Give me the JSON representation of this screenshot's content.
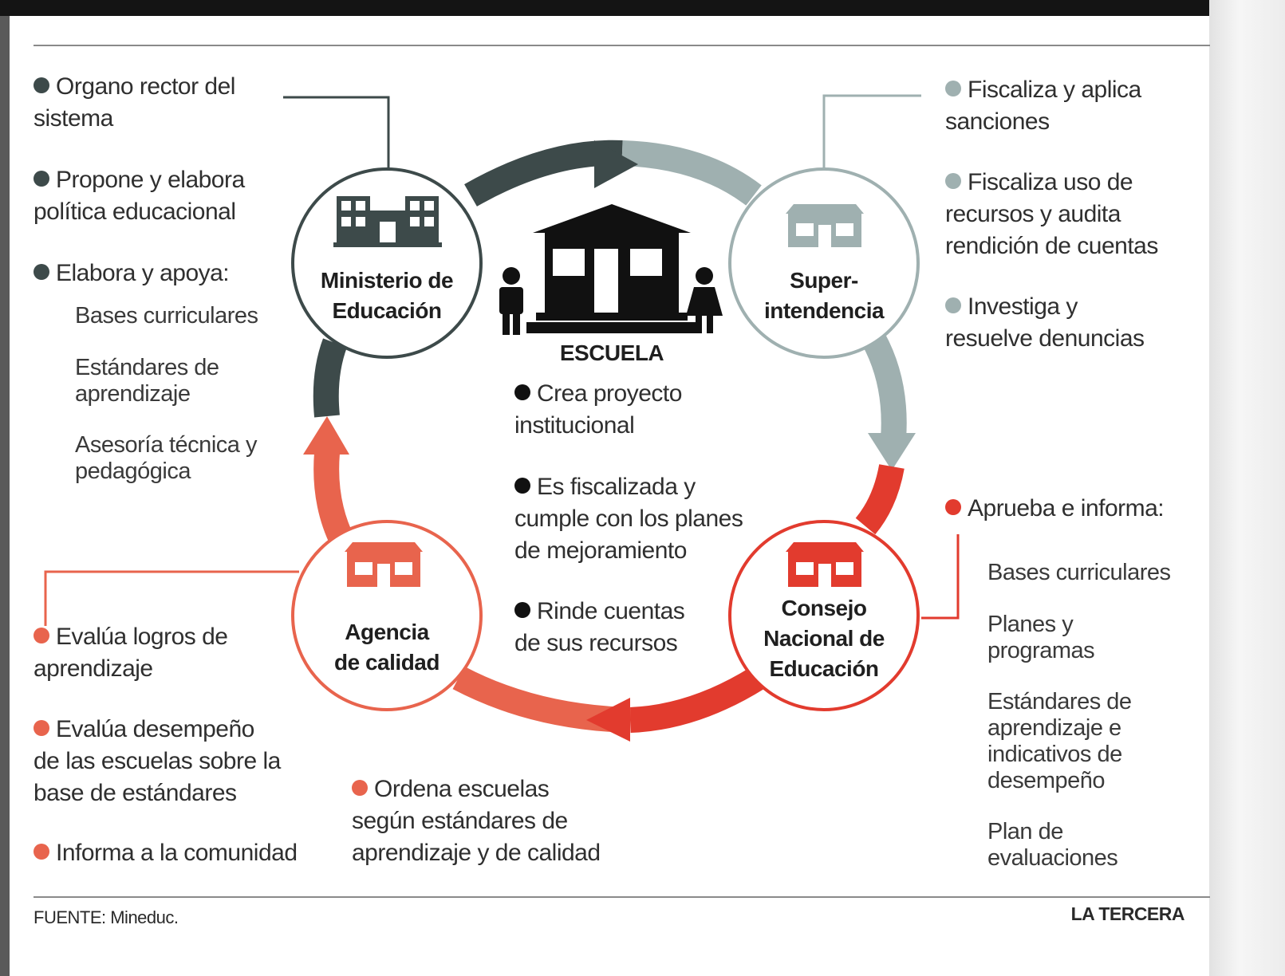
{
  "colors": {
    "ministerio": "#3d4a4a",
    "superintendencia": "#9fb0b0",
    "consejo": "#e23b2e",
    "agencia": "#e8644d",
    "escuela": "#111111"
  },
  "icons": {
    "ministerio": "office-building-icon",
    "superintendencia": "building-icon",
    "consejo": "building-icon",
    "agencia": "building-icon",
    "escuela": "school-house-icon",
    "people": "person-icon"
  },
  "nodes": {
    "ministerio": {
      "line1": "Ministerio de",
      "line2": "Educación"
    },
    "superintendencia": {
      "line1": "Super-",
      "line2": "intendencia"
    },
    "agencia": {
      "line1": "Agencia",
      "line2": "de calidad"
    },
    "consejo": {
      "line1": "Consejo",
      "line2": "Nacional de",
      "line3": "Educación"
    }
  },
  "escuela": {
    "title": "ESCUELA",
    "items": [
      {
        "line1": "Crea proyecto",
        "line2": "institucional"
      },
      {
        "line1": "Es fiscalizada y",
        "line2": "cumple con los planes",
        "line3": "de mejoramiento"
      },
      {
        "line1": "Rinde cuentas",
        "line2": "de sus recursos"
      }
    ]
  },
  "ministerio_text": {
    "items": [
      {
        "line1": "Organo rector del",
        "line2": "sistema"
      },
      {
        "line1": "Propone y elabora",
        "line2": "política educacional"
      },
      {
        "line1": "Elabora y apoya:"
      }
    ],
    "subitems": [
      {
        "line1": "Bases curriculares"
      },
      {
        "line1": "Estándares de",
        "line2": "aprendizaje"
      },
      {
        "line1": "Asesoría técnica y",
        "line2": "pedagógica"
      }
    ]
  },
  "super_text": {
    "items": [
      {
        "line1": "Fiscaliza y aplica",
        "line2": "sanciones"
      },
      {
        "line1": "Fiscaliza uso de",
        "line2": "recursos y audita",
        "line3": "rendición de cuentas"
      },
      {
        "line1": "Investiga y",
        "line2": "resuelve denuncias"
      }
    ]
  },
  "consejo_text": {
    "heading": "Aprueba e informa:",
    "subitems": [
      {
        "line1": "Bases curriculares"
      },
      {
        "line1": "Planes y",
        "line2": "programas"
      },
      {
        "line1": "Estándares de",
        "line2": "aprendizaje e",
        "line3": "indicativos de",
        "line4": "desempeño"
      },
      {
        "line1": "Plan de",
        "line2": "evaluaciones"
      }
    ]
  },
  "agencia_text": {
    "items": [
      {
        "line1": "Evalúa logros de",
        "line2": "aprendizaje"
      },
      {
        "line1": "Evalúa desempeño",
        "line2": "de las escuelas sobre la",
        "line3": "base de estándares"
      },
      {
        "line1": "Informa a la comunidad"
      }
    ],
    "ordena": {
      "line1": "Ordena escuelas",
      "line2": "según estándares de",
      "line3": "aprendizaje y de calidad"
    }
  },
  "footer": {
    "source": "FUENTE: Mineduc.",
    "brand": "LA TERCERA"
  }
}
